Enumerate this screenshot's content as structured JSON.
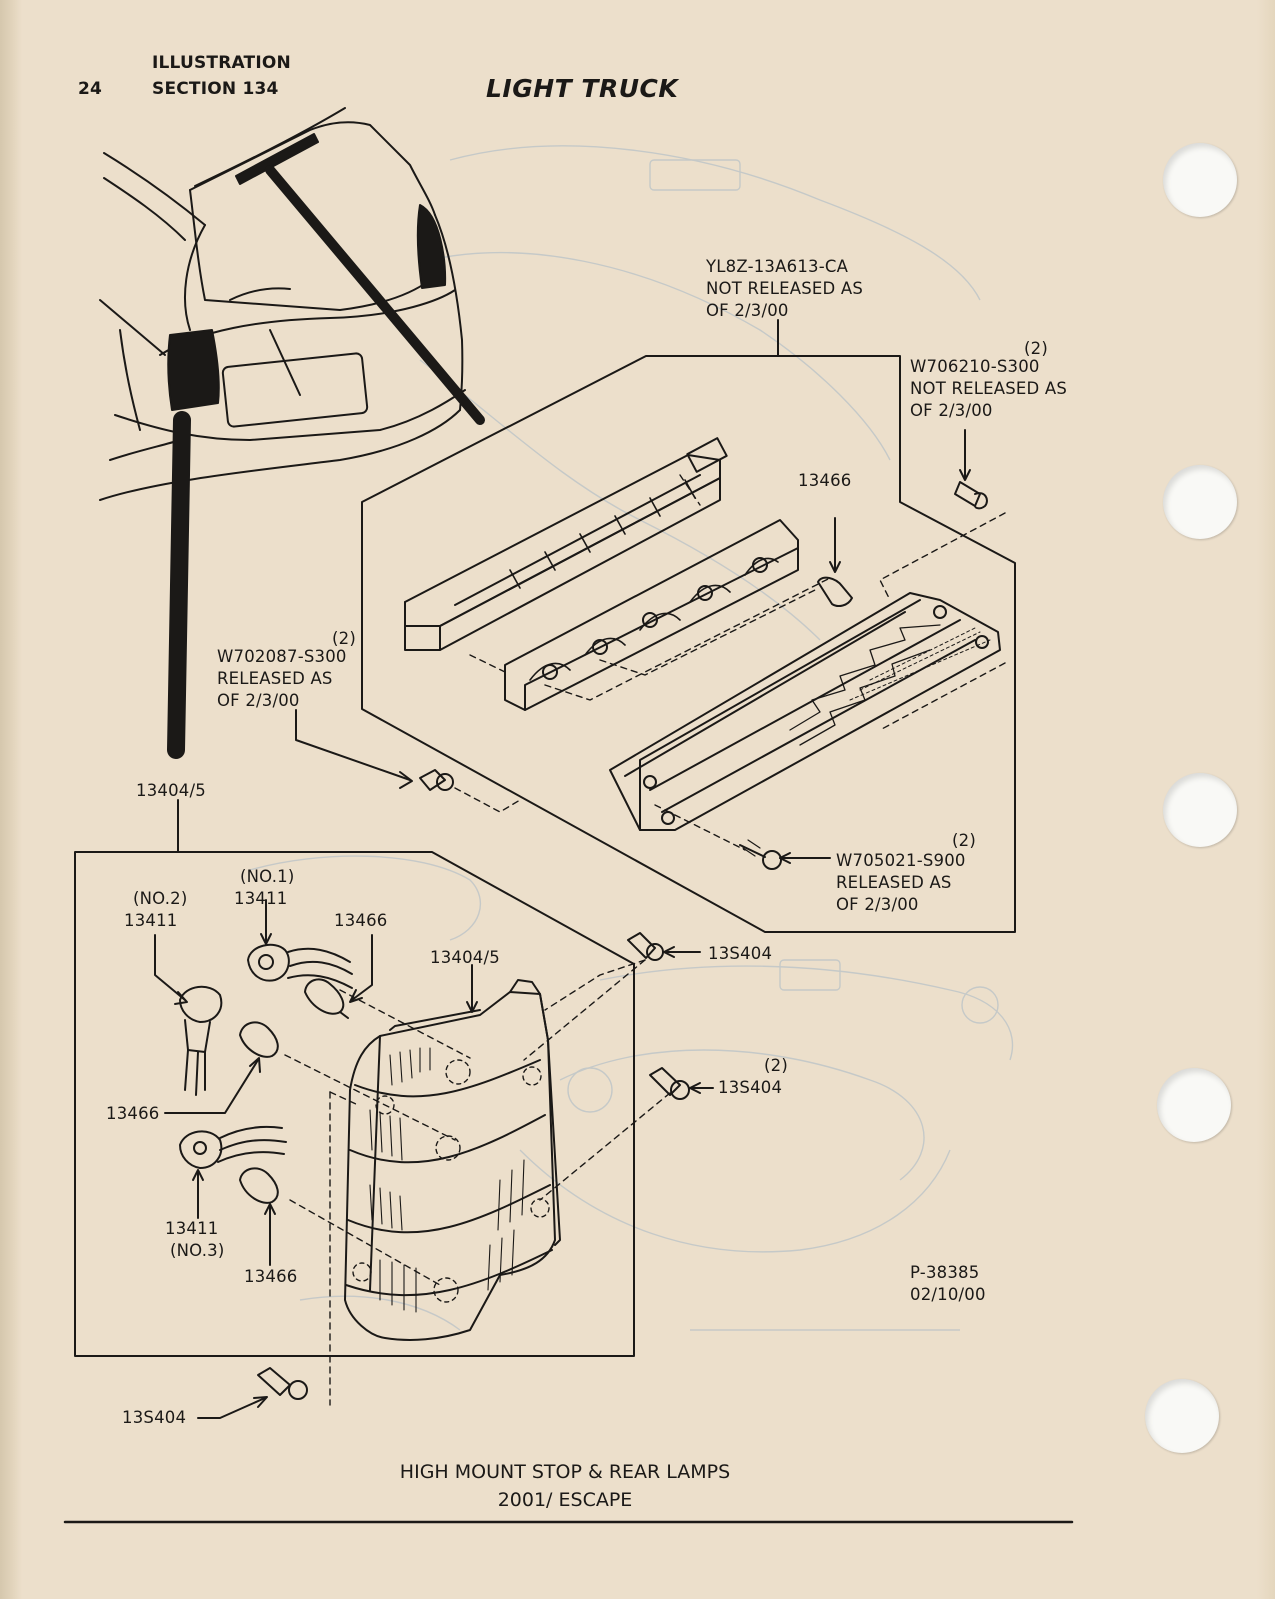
{
  "header": {
    "page_number": "24",
    "section_line1": "ILLUSTRATION",
    "section_line2": "SECTION 134",
    "title": "LIGHT TRUCK"
  },
  "callouts": {
    "lamp_assembly_part": "YL8Z-13A613-CA",
    "lamp_assembly_note1": "NOT RELEASED AS",
    "lamp_assembly_note2": "OF 2/3/00",
    "w706210_qty": "(2)",
    "w706210_part": "W706210-S300",
    "w706210_note1": "NOT RELEASED AS",
    "w706210_note2": "OF 2/3/00",
    "bulb_13466_top": "13466",
    "w702087_qty": "(2)",
    "w702087_part": "W702087-S300",
    "w702087_note1": "RELEASED AS",
    "w702087_note2": "OF 2/3/00",
    "w705021_qty": "(2)",
    "w705021_part": "W705021-S900",
    "w705021_note1": "RELEASED AS",
    "w705021_note2": "OF 2/3/00",
    "rear_lamp_ref": "13404/5",
    "no1_label": "(NO.1)",
    "no1_part": "13411",
    "no2_label": "(NO.2)",
    "no2_part": "13411",
    "bulb_13466_a": "13466",
    "rear_lamp_inner": "13404/5",
    "screw_13s404_a": "13S404",
    "screw_13s404_b_qty": "(2)",
    "screw_13s404_b": "13S404",
    "bulb_13466_b": "13466",
    "no3_part": "13411",
    "no3_label": "(NO.3)",
    "bulb_13466_c": "13466",
    "screw_13s404_c": "13S404"
  },
  "figure_ref": {
    "number": "P-38385",
    "date": "02/10/00"
  },
  "caption": {
    "line1": "HIGH MOUNT STOP & REAR LAMPS",
    "line2": "2001/ ESCAPE"
  },
  "colors": {
    "paper": "#ecdfcb",
    "ink": "#1b1917",
    "bleed": "#b9c2c7"
  }
}
